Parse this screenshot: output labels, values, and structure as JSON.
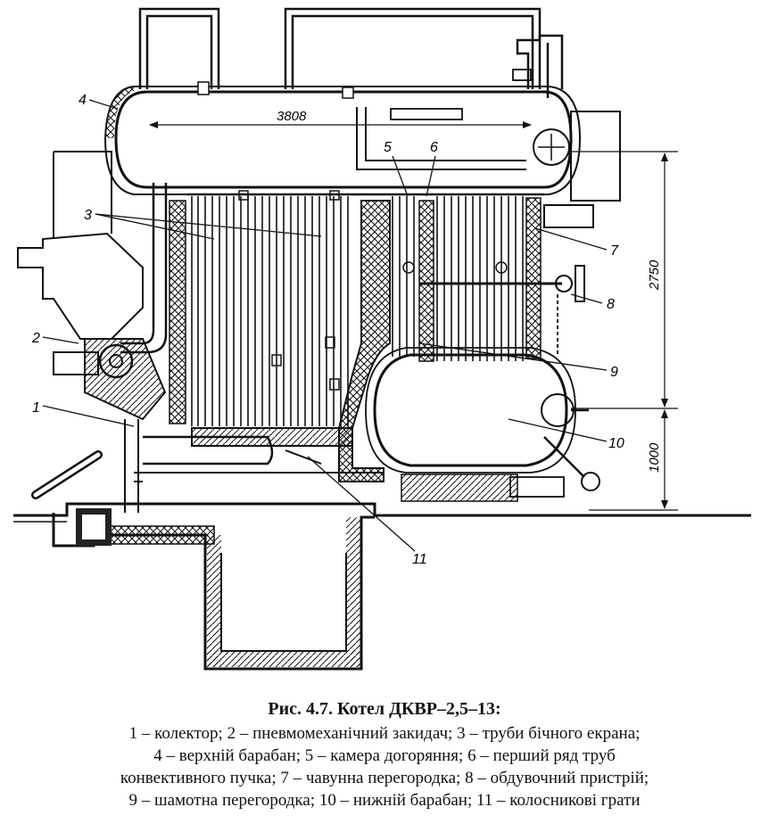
{
  "figure": {
    "dimensions": {
      "drum_length": "3808",
      "height_upper": "2750",
      "height_lower": "1000"
    },
    "callouts": [
      "1",
      "2",
      "3",
      "4",
      "5",
      "6",
      "7",
      "8",
      "9",
      "10",
      "11"
    ]
  },
  "caption": {
    "title": "Рис.  4.7.  Котел  ДКВР–2,5–13:",
    "lines": [
      "1 – колектор; 2 – пневмомеханічний  закидач; 3 – труби бічного екрана;",
      "4 – верхній барабан; 5 – камера догоряння; 6 – перший  ряд  труб",
      "конвективного пучка; 7 – чавунна перегородка; 8 – обдувочний  пристрій;",
      "9 – шамотна перегородка; 10 – нижній барабан; 11 – колосникові грати"
    ]
  }
}
